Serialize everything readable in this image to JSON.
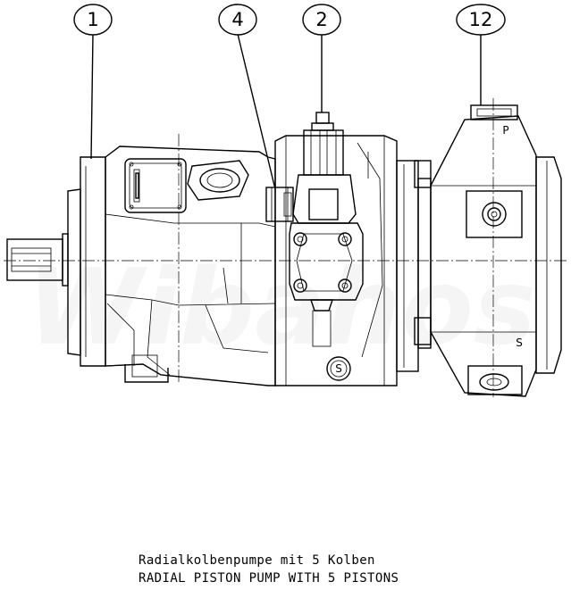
{
  "callouts": [
    {
      "id": "c1",
      "label": "1"
    },
    {
      "id": "c4",
      "label": "4"
    },
    {
      "id": "c2",
      "label": "2"
    },
    {
      "id": "c12",
      "label": "12"
    }
  ],
  "port_labels": {
    "pressure": "P",
    "suction": "S",
    "suction_plug": "S"
  },
  "watermark": "Wibahos",
  "caption": {
    "german": "Radialkolbenpumpe mit 5 Kolben",
    "english": "RADIAL PISTON PUMP WITH 5 PISTONS"
  }
}
